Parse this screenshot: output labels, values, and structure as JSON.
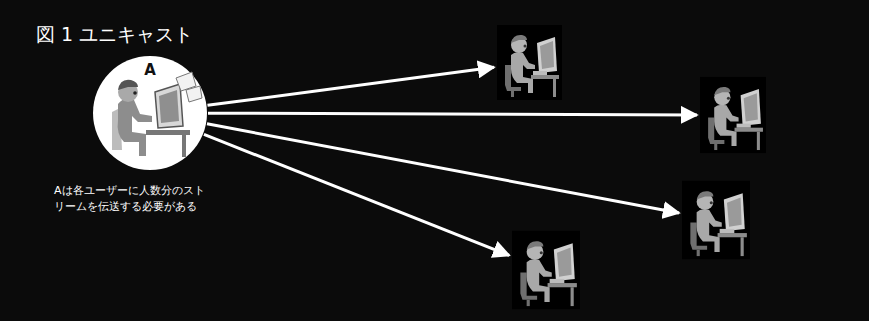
{
  "diagram": {
    "title": "図 1 ユニキャスト",
    "nodes": [
      {
        "text": [
          "A"
        ]
      },
      {
        "text": []
      },
      {
        "text": []
      },
      {
        "text": []
      },
      {
        "text": []
      }
    ],
    "edges": [
      {
        "from": 0,
        "to": 1,
        "arrow": "to"
      },
      {
        "from": 0,
        "to": 2,
        "arrow": "to"
      },
      {
        "from": 0,
        "to": 3,
        "arrow": "to"
      },
      {
        "from": 0,
        "to": 4,
        "arrow": "to"
      }
    ],
    "labels": [
      "Aは各ユーザーに人数分のストリームを伝送する必要がある"
    ]
  }
}
